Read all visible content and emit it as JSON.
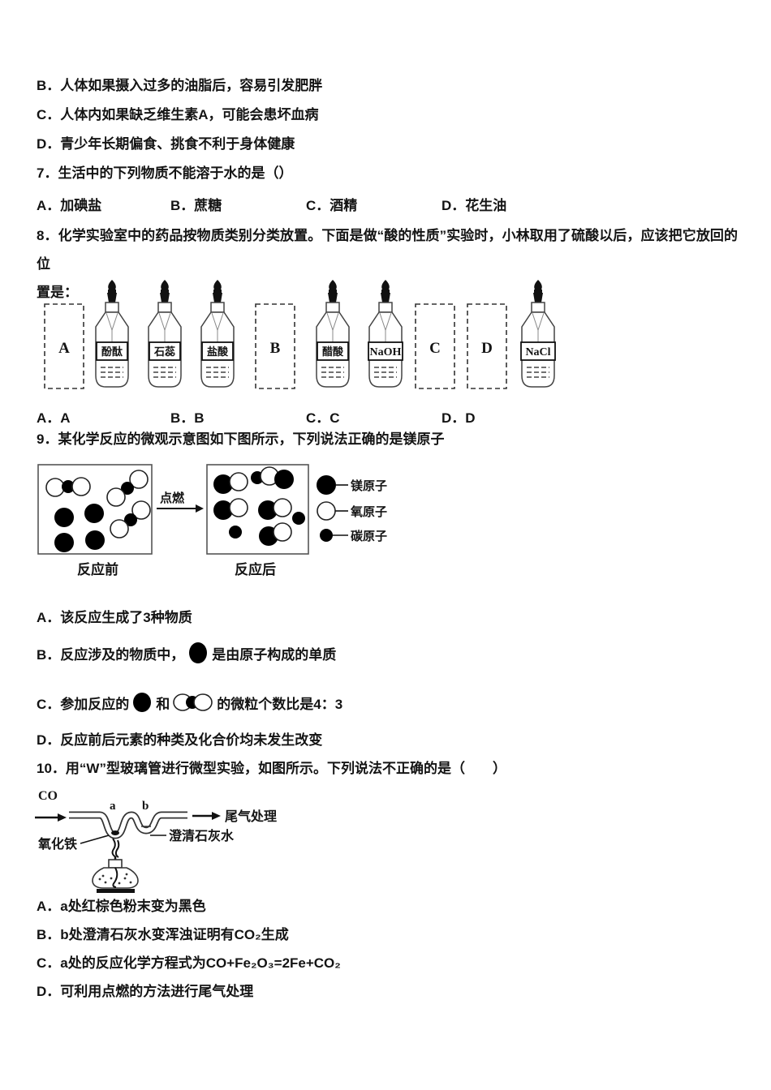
{
  "q6": {
    "options": [
      "B．人体如果摄入过多的油脂后，容易引发肥胖",
      "C．人体内如果缺乏维生素A，可能会患坏血病",
      "D．青少年长期偏食、挑食不利于身体健康"
    ]
  },
  "q7": {
    "stem": "7．生活中的下列物质不能溶于水的是（）",
    "options": [
      "A．加碘盐",
      "B．蔗糖",
      "C．酒精",
      "D．花生油"
    ]
  },
  "q8": {
    "stem_line1": "8．化学实验室中的药品按物质类别分类放置。下面是做“酸的性质”实验时，小林取用了硫酸以后，应该把它放回的位",
    "stem_line2": "置是：",
    "shelf": {
      "box_labels": [
        "A",
        "B",
        "C",
        "D"
      ],
      "bottle_labels": [
        "酚酞",
        "石蕊",
        "盐酸",
        "醋酸",
        "NaOH",
        "NaCl"
      ]
    },
    "options": [
      "A．A",
      "B．B",
      "C．C",
      "D．D"
    ]
  },
  "q9": {
    "stem": "9．某化学反应的微观示意图如下图所示，下列说法正确的是镁原子",
    "diagram": {
      "arrow_label": "点燃",
      "before_label": "反应前",
      "after_label": "反应后",
      "legend": [
        {
          "symbol": "large-black-circle",
          "label": "镁原子"
        },
        {
          "symbol": "white-circle",
          "label": "氧原子"
        },
        {
          "symbol": "small-black-circle",
          "label": "碳原子"
        }
      ]
    },
    "options": {
      "a": "A．该反应生成了3种物质",
      "b_prefix": "B．反应涉及的物质中，",
      "b_suffix": "是由原子构成的单质",
      "c_prefix": "C．参加反应的",
      "c_mid": "和",
      "c_suffix": "的微粒个数比是4：3",
      "d": "D．反应前后元素的种类及化合价均未发生改变"
    }
  },
  "q10": {
    "stem": "10．用“W”型玻璃管进行微型实验，如图所示。下列说法不正确的是（　　）",
    "diagram": {
      "gas_in": "CO",
      "point_a": "a",
      "point_b": "b",
      "tail_gas": "尾气处理",
      "solid_label": "氧化铁",
      "liquid_label": "澄清石灰水"
    },
    "options": [
      "A．a处红棕色粉末变为黑色",
      "B．b处澄清石灰水变浑浊证明有CO₂生成",
      "C．a处的反应化学方程式为CO+Fe₂O₃=2Fe+CO₂",
      "D．可利用点燃的方法进行尾气处理"
    ]
  }
}
